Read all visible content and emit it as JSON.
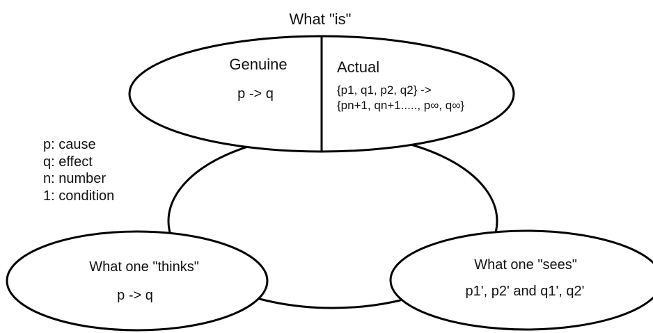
{
  "top": {
    "title": "What \"is\"",
    "genuine": {
      "title": "Genuine",
      "formula": "p -> q"
    },
    "actual": {
      "title": "Actual",
      "formula_line1": "{p1, q1, p2, q2} ->",
      "formula_line2": "{pn+1, qn+1....., p∞, q∞}"
    }
  },
  "legend": [
    "p: cause",
    "q: effect",
    "n: number",
    "1: condition"
  ],
  "thinks": {
    "title": "What one \"thinks\"",
    "formula": "p -> q"
  },
  "sees": {
    "title": "What one \"sees\"",
    "formula": "p1', p2' and q1', q2'"
  }
}
